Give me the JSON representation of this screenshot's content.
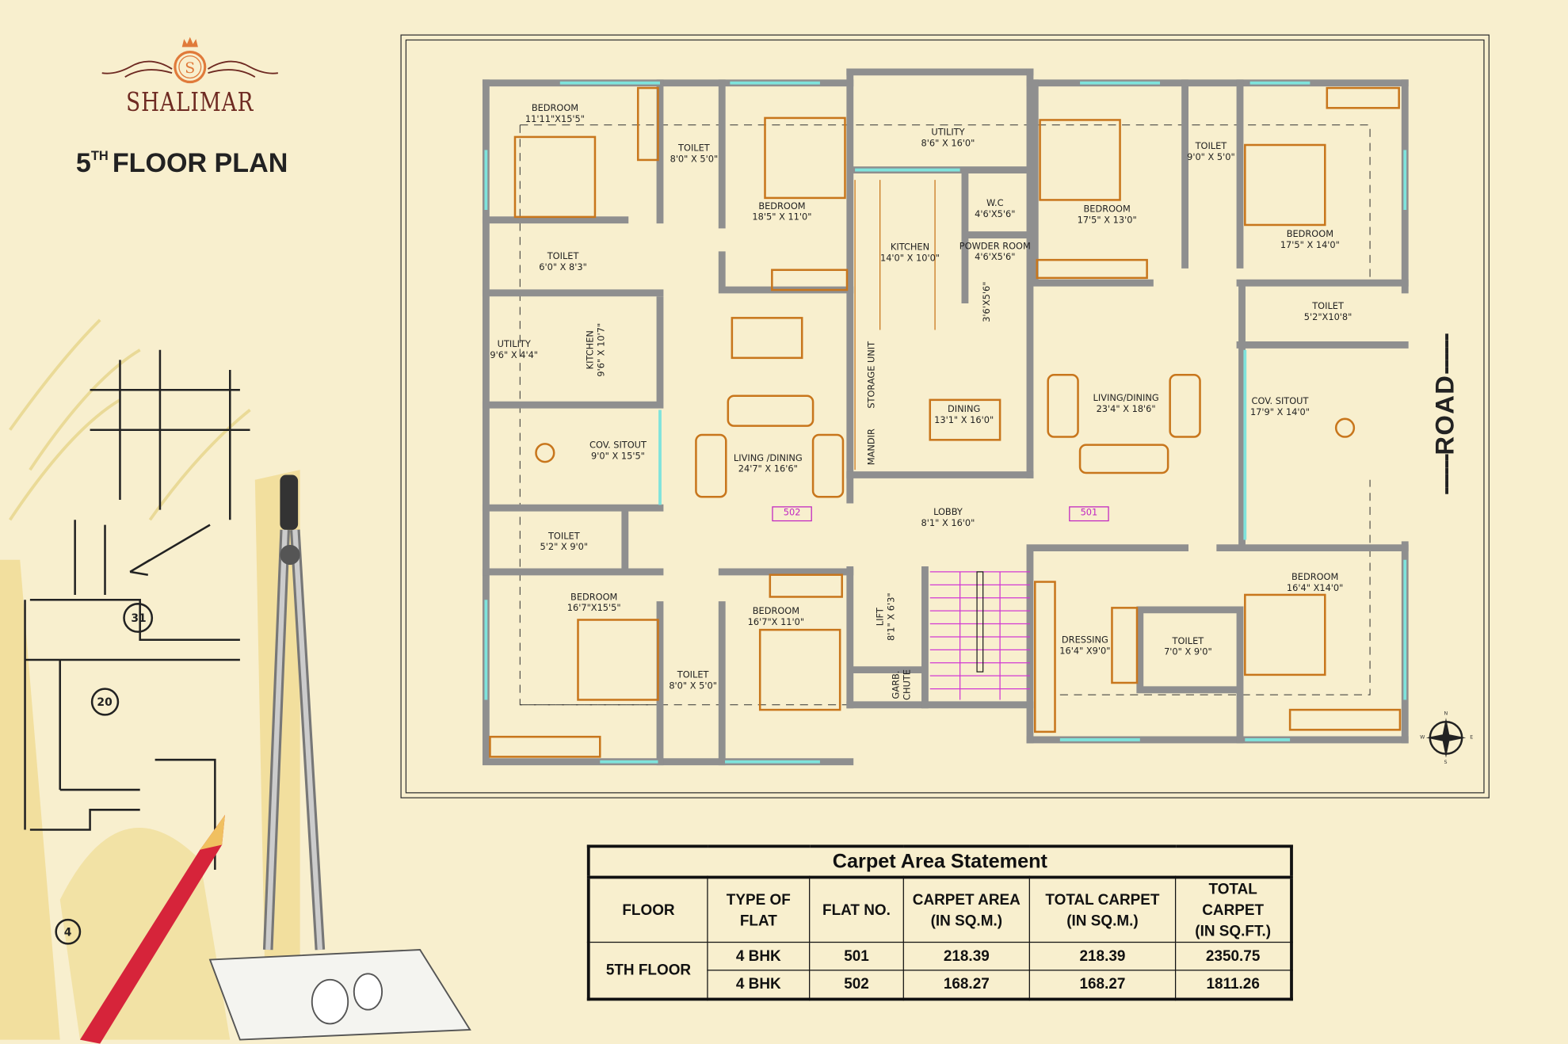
{
  "logo": {
    "brand": "SHALIMAR",
    "monogram": "S"
  },
  "title": {
    "number": "5",
    "suffix": "TH",
    "text": "FLOOR PLAN"
  },
  "rooms": [
    {
      "name": "BEDROOM",
      "size": "11'11\"X15'5\""
    },
    {
      "name": "TOILET",
      "size": "8'0\" X 5'0\""
    },
    {
      "name": "BEDROOM",
      "size": "18'5\" X 11'0\""
    },
    {
      "name": "TOILET",
      "size": "6'0\" X 8'3\""
    },
    {
      "name": "UTILITY",
      "size": "9'6\" X 4'4\""
    },
    {
      "name": "KITCHEN",
      "size": "9'6\" X 10'7\""
    },
    {
      "name": "COV. SITOUT",
      "size": "9'0\" X 15'5\""
    },
    {
      "name": "LIVING /DINING",
      "size": "24'7\" X 16'6\""
    },
    {
      "name": "TOILET",
      "size": "5'2\" X 9'0\""
    },
    {
      "name": "BEDROOM",
      "size": "16'7\"X15'5\""
    },
    {
      "name": "TOILET",
      "size": "8'0\" X 5'0\""
    },
    {
      "name": "BEDROOM",
      "size": "16'7\"X 11'0\""
    },
    {
      "name": "UTILITY",
      "size": "8'6\" X 16'0\""
    },
    {
      "name": "KITCHEN",
      "size": "14'0\" X 10'0\""
    },
    {
      "name": "W.C",
      "size": "4'6'X5'6\""
    },
    {
      "name": "POWDER ROOM",
      "size": "4'6'X5'6\""
    },
    {
      "name": "",
      "size": "3'6'X5'6\""
    },
    {
      "name": "STORAGE UNIT",
      "size": ""
    },
    {
      "name": "MANDIR",
      "size": ""
    },
    {
      "name": "DINING",
      "size": "13'1\" X 16'0\""
    },
    {
      "name": "BEDROOM",
      "size": "17'5\" X 13'0\""
    },
    {
      "name": "TOILET",
      "size": "9'0\" X 5'0\""
    },
    {
      "name": "BEDROOM",
      "size": "17'5\" X 14'0\""
    },
    {
      "name": "TOILET",
      "size": "5'2\"X10'8\""
    },
    {
      "name": "LIVING/DINING",
      "size": "23'4\" X 18'6\""
    },
    {
      "name": "COV. SITOUT",
      "size": "17'9\" X 14'0\""
    },
    {
      "name": "LOBBY",
      "size": "8'1\" X 16'0\""
    },
    {
      "name": "LIFT",
      "size": "8'1\" X 6'3\""
    },
    {
      "name": "GARB.",
      "size": "CHUTE"
    },
    {
      "name": "DRESSING",
      "size": "16'4\" X9'0\""
    },
    {
      "name": "TOILET",
      "size": "7'0\" X 9'0\""
    },
    {
      "name": "BEDROOM",
      "size": "16'4\" X14'0\""
    }
  ],
  "flats": [
    "502",
    "501"
  ],
  "road": {
    "dashes": "------",
    "label": "ROAD",
    "dashes_end": "------"
  },
  "compass": {
    "n": "N",
    "s": "S",
    "e": "E",
    "w": "W"
  },
  "colors": {
    "background": "#f8efce",
    "wall": "#8f8f8f",
    "window": "#7fe3dc",
    "furniture": "#c8761c",
    "flat_tag": "#c125c1",
    "brand": "#6e2a22",
    "logo_accent": "#e07a3a"
  },
  "table": {
    "caption": "Carpet Area Statement",
    "headers": [
      [
        "FLOOR",
        ""
      ],
      [
        "TYPE OF",
        "FLAT"
      ],
      [
        "FLAT NO.",
        ""
      ],
      [
        "CARPET AREA",
        "(IN SQ.M.)"
      ],
      [
        "TOTAL CARPET",
        "(IN SQ.M.)"
      ],
      [
        "TOTAL CARPET",
        "(IN SQ.FT.)"
      ]
    ],
    "floor": "5TH FLOOR",
    "rows": [
      {
        "type": "4 BHK",
        "flat": "501",
        "carpet_sqm": "218.39",
        "total_sqm": "218.39",
        "total_sqft": "2350.75"
      },
      {
        "type": "4 BHK",
        "flat": "502",
        "carpet_sqm": "168.27",
        "total_sqm": "168.27",
        "total_sqft": "1811.26"
      }
    ]
  }
}
